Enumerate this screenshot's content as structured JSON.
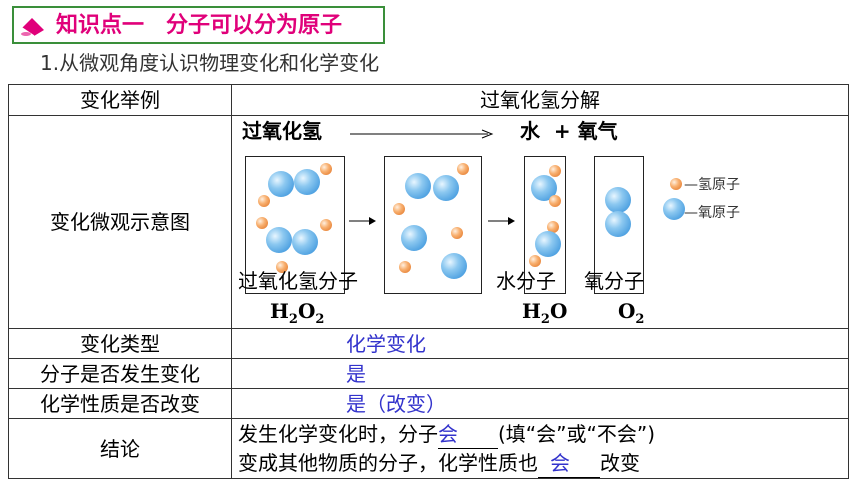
{
  "header": {
    "title": "知识点一　分子可以分为原子",
    "subtitle": "1.从微观角度认识物理变化和化学变化"
  },
  "table": {
    "head_col1": "变化举例",
    "head_col2": "过氧化氢分解",
    "row_micro_label": "变化微观示意图",
    "equation_left": "过氧化氢",
    "equation_right": "水  + 氧气",
    "legend_h": "—氢原子",
    "legend_o": "—氧原子",
    "mol_h2o2_name": "过氧化氢分子",
    "mol_h2o_name": "水分子",
    "mol_o2_name": "氧分子",
    "f_h2o2": {
      "a": "H",
      "a_sub": "2",
      "b": "O",
      "b_sub": "2"
    },
    "f_h2o": {
      "a": "H",
      "a_sub": "2",
      "b": "O"
    },
    "f_o2": {
      "a": "O",
      "a_sub": "2"
    },
    "rows": {
      "type_label": "变化类型",
      "type_answer": "化学变化",
      "mol_change_label": "分子是否发生变化",
      "mol_change_answer": "是",
      "chem_prop_label": "化学性质是否改变",
      "chem_prop_answer": "是（改变）",
      "conclusion_label": "结论",
      "conclusion_p1": "发生化学变化时，分子",
      "conclusion_blank1": "会",
      "conclusion_p2": "(填“会”或“不会”)",
      "conclusion_p3": "变成其他物质的分子，化学性质也",
      "conclusion_blank2": "会",
      "conclusion_p4": "改变"
    }
  },
  "colors": {
    "title": "#e0007a",
    "frame": "#3a8f3a",
    "answer": "#3333cc",
    "oxygen_atom": "#2a8ad8",
    "hydrogen_atom": "#e07020"
  }
}
